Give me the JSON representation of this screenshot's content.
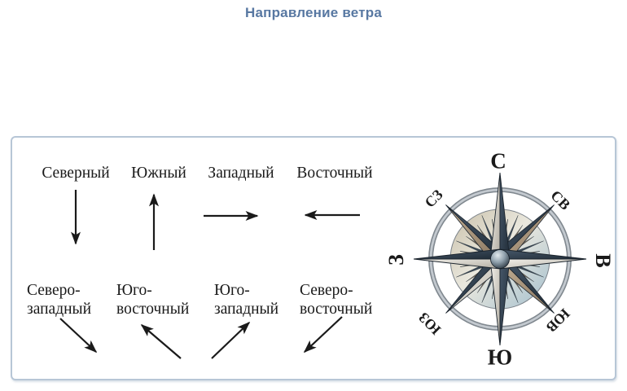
{
  "title": "Направление ветра",
  "panel": {
    "cardinal_winds": [
      {
        "label": "Северный",
        "arrow": "down"
      },
      {
        "label": "Южный",
        "arrow": "up"
      },
      {
        "label": "Западный",
        "arrow": "right"
      },
      {
        "label": "Восточный",
        "arrow": "left"
      }
    ],
    "intercardinal_winds": [
      {
        "line1": "Северо-",
        "line2": "западный",
        "arrow": "down-right"
      },
      {
        "line1": "Юго-",
        "line2": "восточный",
        "arrow": "up-left"
      },
      {
        "line1": "Юго-",
        "line2": "западный",
        "arrow": "up-right"
      },
      {
        "line1": "Северо-",
        "line2": "восточный",
        "arrow": "down-left"
      }
    ],
    "compass": {
      "n": "С",
      "s": "Ю",
      "w": "З",
      "e": "В",
      "nw": "СЗ",
      "ne": "СВ",
      "sw": "ЮЗ",
      "se": "ЮВ"
    }
  },
  "colors": {
    "title": "#5878a2",
    "panel_border": "#b7c6d6",
    "text": "#1a1a1a",
    "arrow": "#1a1a1a",
    "rose_dark": "#33414e",
    "rose_light": "#ece9e0",
    "rose_tan": "#b09c84",
    "ring": "#80888f"
  }
}
